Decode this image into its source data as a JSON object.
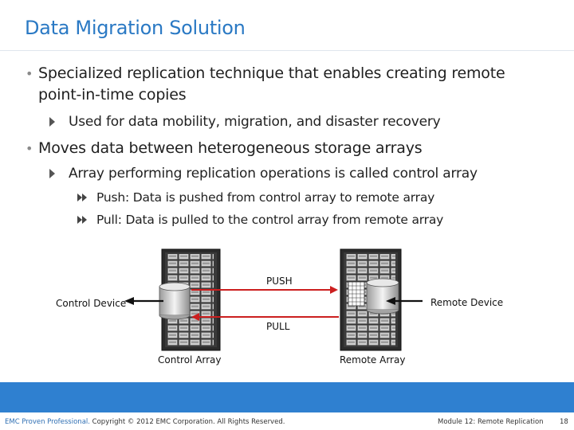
{
  "slide": {
    "title": "Data Migration Solution"
  },
  "bullets": [
    {
      "text_line1": "Specialized replication technique that enables creating remote",
      "text_line2": "point-in-time copies",
      "sub": [
        "Used for data mobility, migration, and disaster recovery"
      ]
    },
    {
      "text": "Moves data between heterogeneous storage arrays",
      "sub": [
        "Array performing replication operations is called control array"
      ],
      "subsub": [
        "Push: Data is pushed from control array to remote array",
        "Pull: Data is pulled to the control array from remote array"
      ]
    }
  ],
  "diagram": {
    "push_label": "PUSH",
    "pull_label": "PULL",
    "control_device": "Control Device",
    "remote_device": "Remote Device",
    "control_array": "Control Array",
    "remote_array": "Remote Array"
  },
  "footer": {
    "brand": "EMC Proven Professional.",
    "copyright": " Copyright © 2012 EMC Corporation. All Rights Reserved.",
    "module": "Module 12: Remote Replication",
    "page": "18"
  },
  "colors": {
    "title": "#2a79c4",
    "footer_band": "#2f80d0"
  }
}
